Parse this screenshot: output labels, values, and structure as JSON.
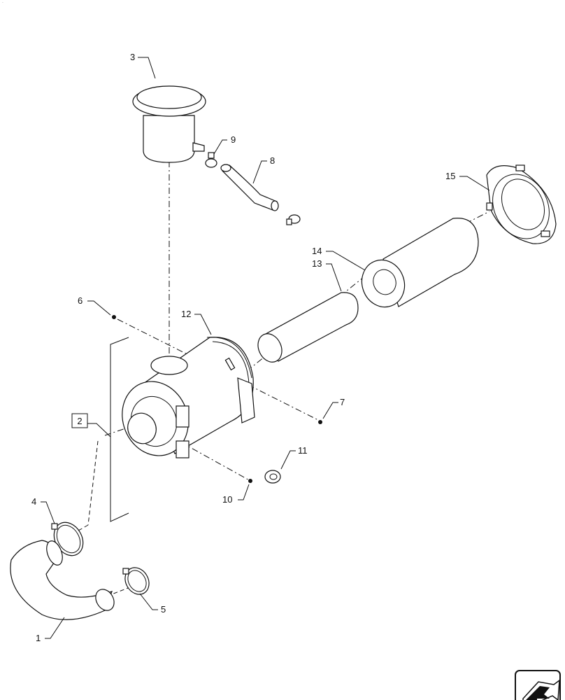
{
  "callouts": [
    {
      "id": "c1",
      "text": "1"
    },
    {
      "id": "c2",
      "text": "2"
    },
    {
      "id": "c3",
      "text": "3"
    },
    {
      "id": "c4",
      "text": "4"
    },
    {
      "id": "c5",
      "text": "5"
    },
    {
      "id": "c6",
      "text": "6"
    },
    {
      "id": "c7",
      "text": "7"
    },
    {
      "id": "c8",
      "text": "8"
    },
    {
      "id": "c9",
      "text": "9"
    },
    {
      "id": "c10",
      "text": "10"
    },
    {
      "id": "c11",
      "text": "11"
    },
    {
      "id": "c12",
      "text": "12"
    },
    {
      "id": "c13",
      "text": "13"
    },
    {
      "id": "c14",
      "text": "14"
    },
    {
      "id": "c15",
      "text": "15"
    }
  ],
  "assembly_ref_box": "2",
  "nav_icon": "next-page-arrow-icon"
}
